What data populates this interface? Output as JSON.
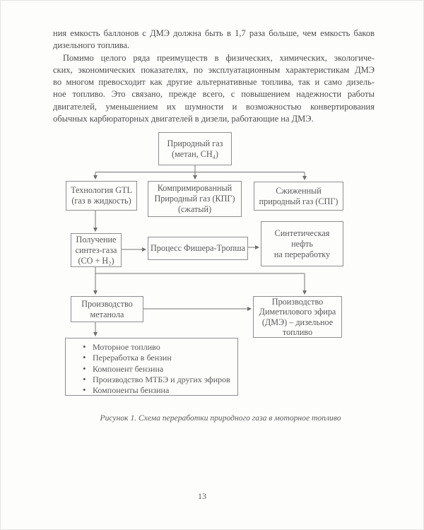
{
  "page": {
    "number": "13"
  },
  "paragraphs": [
    {
      "lines": [
        "ния емкость баллонов с ДМЭ должна быть в 1,7 раза больше, чем емкость баков",
        "дизельного топлива."
      ]
    },
    {
      "lines": [
        "Помимо целого ряда преимуществ в физических, химических, экологиче-",
        "ских, экономических показателях, по эксплуатационным характеристикам ДМЭ",
        "во многом превосходит как другие альтернативные топлива, так и само дизель-",
        "ное топливо. Это связано, прежде всего, с повышением надежности работы",
        "двигателей, уменьшением их шумности и возможностью конвертирования",
        "обычных карбюраторных двигателей в дизели, работающие на ДМЭ."
      ]
    }
  ],
  "diagram": {
    "natural_gas": {
      "lines": [
        "Природный газ",
        "(метан, СН₄)"
      ]
    },
    "gtl": {
      "lines": [
        "Технология GTL",
        "(газ в жидкость)"
      ]
    },
    "kpg": {
      "lines": [
        "Компримированный",
        "Природный газ (КПГ)",
        "(сжатый)"
      ]
    },
    "spg": {
      "lines": [
        "Сжиженный",
        "природный газ (СПГ)"
      ]
    },
    "syngas": {
      "lines": [
        "Получение",
        "синтез-газа",
        "(СО + Н₂)"
      ]
    },
    "fischer": {
      "lines": [
        "Процесс Фишера-Тропша"
      ]
    },
    "synoil": {
      "lines": [
        "Синтетическая",
        "нефть",
        "на переработку"
      ]
    },
    "methanol": {
      "lines": [
        "Производство",
        "метанола"
      ]
    },
    "dme": {
      "lines": [
        "Производство",
        "Диметилового эфира",
        "(ДМЭ) – дизельное",
        "топливо"
      ]
    },
    "uses": {
      "items": [
        "Моторное топливо",
        "Переработка в бензин",
        "Компонент бензина",
        "Производство МТБЭ и других эфиров",
        "Компоненты бензина"
      ]
    },
    "caption": "Рисунок 1. Схема переработки природного газа в моторное топливо"
  },
  "colors": {
    "ink": "#4d4d4d",
    "box_border": "#8f8f8f",
    "connector": "#757575",
    "background": "#fdfdfc"
  }
}
